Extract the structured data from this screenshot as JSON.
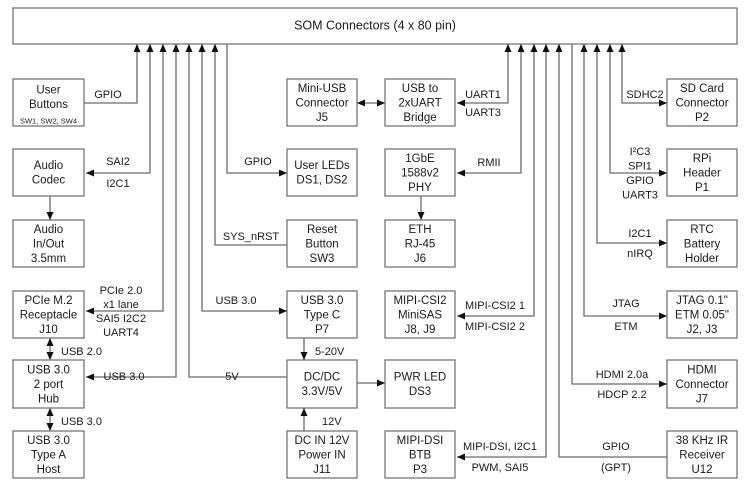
{
  "diagram": {
    "title": "SOM Connectors (4 x 80 pin)",
    "blocks": {
      "user_buttons": [
        "User",
        "Buttons"
      ],
      "user_buttons_sub": "SW1, SW2, SW4",
      "audio_codec": [
        "Audio",
        "Codec"
      ],
      "audio_io": [
        "Audio",
        "In/Out",
        "3.5mm"
      ],
      "pcie_m2": [
        "PCIe M.2",
        "Receptacle",
        "J10"
      ],
      "usb_hub": [
        "USB 3.0",
        "2 port",
        "Hub"
      ],
      "usb_type_a": [
        "USB 3.0",
        "Type A",
        "Host"
      ],
      "mini_usb": [
        "Mini-USB",
        "Connector",
        "J5"
      ],
      "user_leds": [
        "User LEDs",
        "DS1, DS2"
      ],
      "reset_button": [
        "Reset",
        "Button",
        "SW3"
      ],
      "usb_type_c": [
        "USB 3.0",
        "Type C",
        "P7"
      ],
      "dcdc": [
        "DC/DC",
        "3.3V/5V"
      ],
      "dc_in": [
        "DC IN 12V",
        "Power IN",
        "J11"
      ],
      "usb_uart": [
        "USB to",
        "2xUART",
        "Bridge"
      ],
      "phy": [
        "1GbE",
        "1588v2",
        "PHY"
      ],
      "eth": [
        "ETH",
        "RJ-45",
        "J6"
      ],
      "mipi_csi": [
        "MIPI-CSI2",
        "MiniSAS",
        "J8, J9"
      ],
      "pwr_led": [
        "PWR LED",
        "DS3"
      ],
      "mipi_dsi": [
        "MIPI-DSI",
        "BTB",
        "P3"
      ],
      "sd_card": [
        "SD Card",
        "Connector",
        "P2"
      ],
      "rpi_header": [
        "RPi",
        "Header",
        "P1"
      ],
      "rtc": [
        "RTC",
        "Battery",
        "Holder"
      ],
      "jtag": [
        "JTAG 0.1\"",
        "ETM 0.05\"",
        "J2, J3"
      ],
      "hdmi": [
        "HDMI",
        "Connector",
        "J7"
      ],
      "ir_receiver": [
        "38 KHz IR",
        "Receiver",
        "U12"
      ]
    },
    "labels": {
      "gpio_buttons": "GPIO",
      "sai2": "SAI2",
      "i2c1_audio": "I2C1",
      "gpio_leds": "GPIO",
      "sys_nrst": "SYS_nRST",
      "pcie": [
        "PCIe 2.0",
        "x1 lane",
        "SAI5 I2C2",
        "UART4"
      ],
      "usb30_typec": "USB 3.0",
      "usb20": "USB 2.0",
      "usb30_hub": "USB 3.0",
      "usb30_host": "USB 3.0",
      "v5": "5V",
      "v5_20": "5-20V",
      "v12": "12V",
      "uart1": "UART1",
      "uart3": "UART3",
      "rmii": "RMII",
      "csi1": "MIPI-CSI2 1",
      "csi2": "MIPI-CSI2 2",
      "dsi1": "MIPI-DSI, I2C1",
      "dsi2": "PWM, SAI5",
      "sdhc2": "SDHC2",
      "rpi": [
        "I²C3",
        "SPI1",
        "GPIO",
        "UART3"
      ],
      "rtc": [
        "I2C1",
        "nIRQ"
      ],
      "jtag": [
        "JTAG",
        "ETM"
      ],
      "hdmi": [
        "HDMI 2.0a",
        "HDCP 2.2"
      ],
      "ir": [
        "GPIO",
        "(GPT)"
      ]
    }
  }
}
